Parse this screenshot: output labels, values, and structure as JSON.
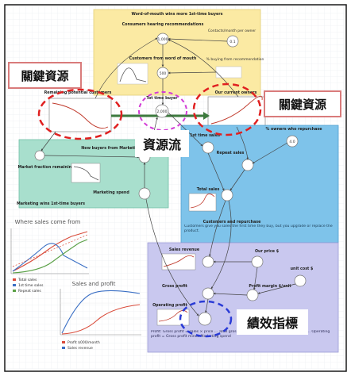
{
  "sections": {
    "wom_title": "Word-of-mouth wins more 1st-time buyers",
    "customers_hearing": "Consumers hearing recommendations",
    "contacts_month": "Contacts/month per owner",
    "customers_from_wom": "Customers from word of mouth",
    "pct_buying": "% buying from recommendation",
    "remaining_potential": "Remaining potential customers",
    "current_owners": "Our current owners",
    "pct_repurchase": "% owners who repurchase",
    "first_time_sales": "1st time sales",
    "new_buyers_mktg": "New buyers from Marketing",
    "market_fraction": "Market fraction remaining",
    "marketing_spend": "Marketing spend",
    "repeat_sales": "Repeat sales",
    "total_sales": "Total sales",
    "mktg_wins": "Marketing wins 1st-time buyers",
    "customers_repurchase": "Customers and repurchase",
    "customers_repurchase_desc": "Customers give you sales the first time they buy, but you upgrade or replace the product.",
    "sales_revenue": "Sales revenue",
    "our_price": "Our price $",
    "gross_profit": "Gross profit",
    "profit_margin": "Profit margin $/unit",
    "unit_cost": "unit cost $",
    "operating_profit": "Operating profit",
    "profit_desc": "Profit: Gross profit = sales × price ... Total gross profit = sales × Gross profit per unit ... Operating profit = Gross profit minus Marketing spend",
    "tot_time_buyer": "Tot time buyer",
    "small_val_1": "1,000",
    "small_val_2": "2,000",
    "small_val_3": "0.1",
    "small_val_4": "500",
    "small_val_5": "4.0"
  },
  "side_charts": {
    "chart1_title": "Where sales come from",
    "chart1_legend": [
      "Total sales",
      "1st time sales",
      "Repeat sales"
    ],
    "chart2_title": "Sales and profit",
    "chart2_legend": [
      "Profit $000/month",
      "Sales revenue"
    ]
  },
  "callouts": {
    "key_resource_left": "關鍵資源",
    "key_resource_right": "關鍵資源",
    "resource_flow": "資源流",
    "performance_indicator": "績效指標"
  },
  "colors": {
    "yellow_panel": "#fbeaa3",
    "green_panel": "#a8dfcd",
    "blue_panel": "#7ec3ea",
    "purple_panel": "#c9c8ef",
    "red_dash": "#e02020",
    "magenta_dash": "#d23bd6",
    "blue_dash": "#2a3bd6",
    "callout_border": "#d97b7b"
  }
}
